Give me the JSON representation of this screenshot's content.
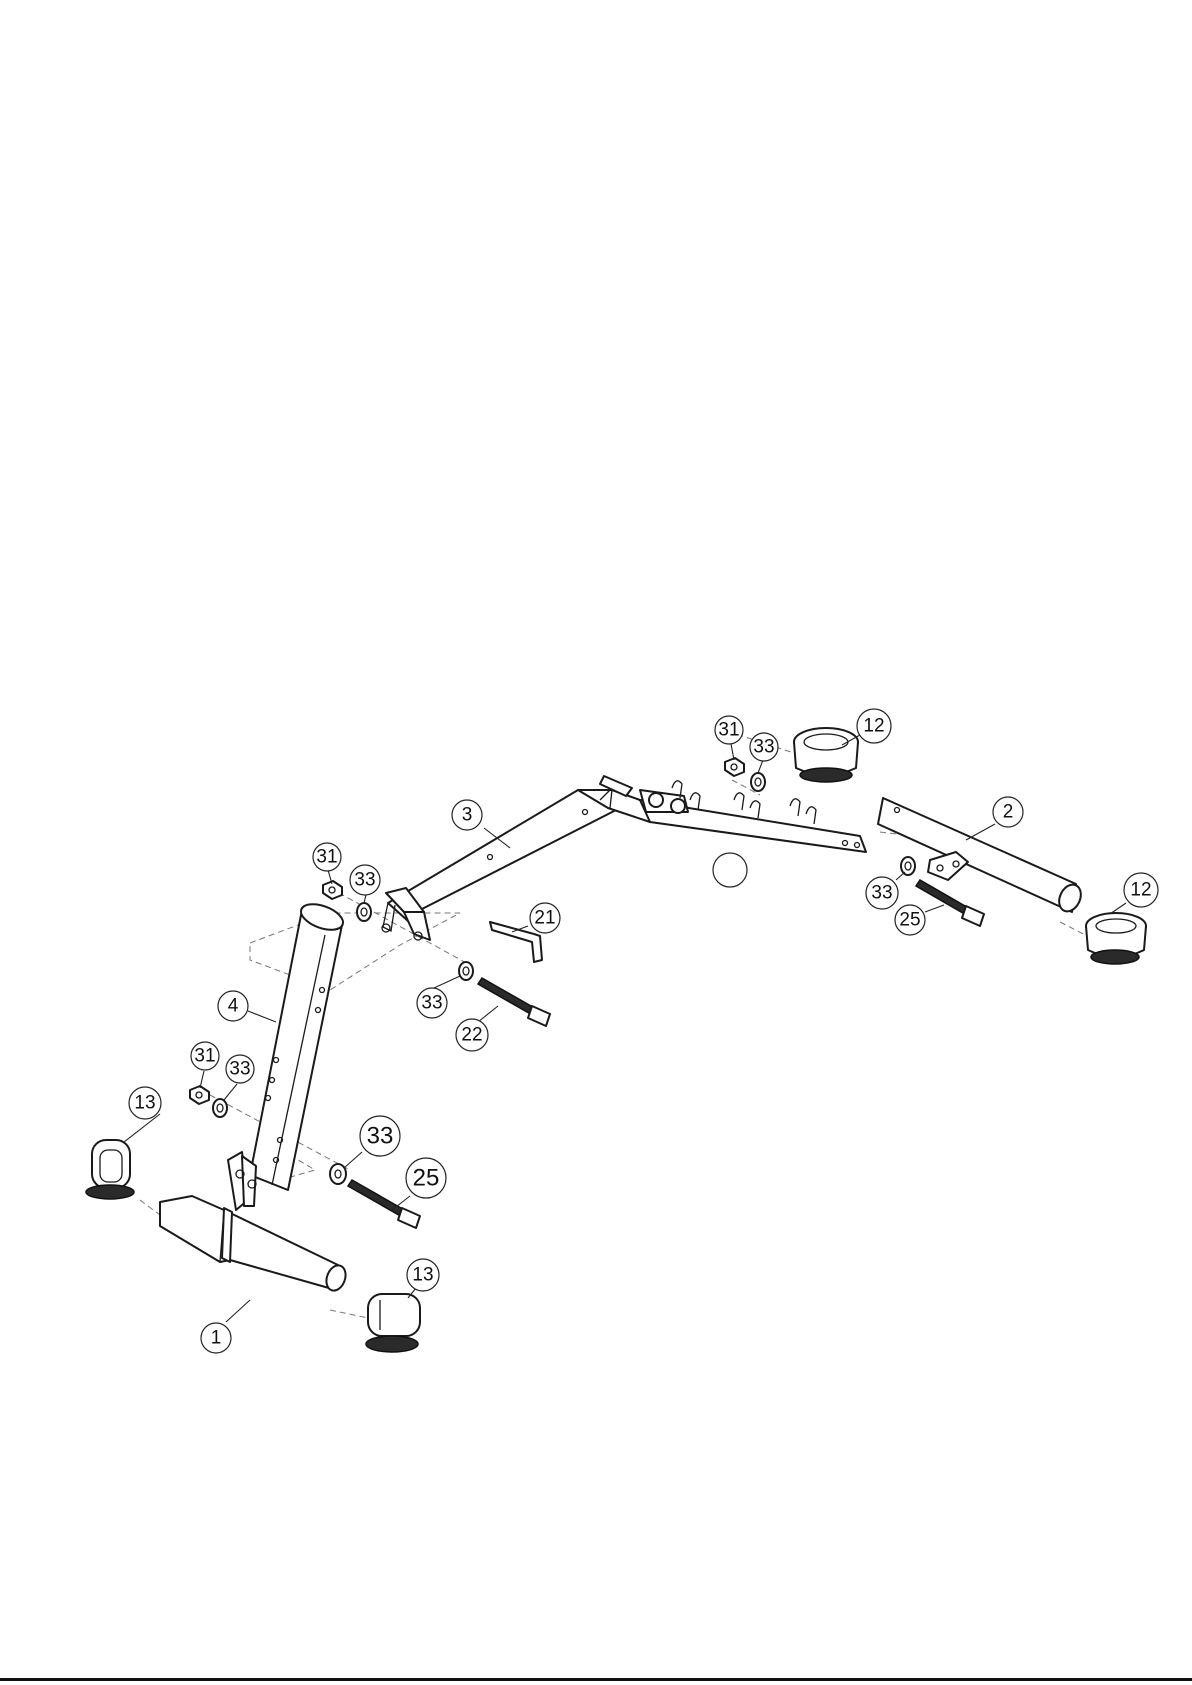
{
  "callouts": {
    "c31_top": "31",
    "c33_top": "33",
    "c12_top": "12",
    "c2": "2",
    "c3": "3",
    "c31_mid": "31",
    "c33_mid": "33",
    "c33_right": "33",
    "c12_right": "12",
    "c25_right": "25",
    "c21": "21",
    "c33_center": "33",
    "c22": "22",
    "c4": "4",
    "c31_left": "31",
    "c33_left": "33",
    "c13_left": "13",
    "c33_lower": "33",
    "c25_lower": "25",
    "c13_right": "13",
    "c1": "1",
    "blank": ""
  }
}
